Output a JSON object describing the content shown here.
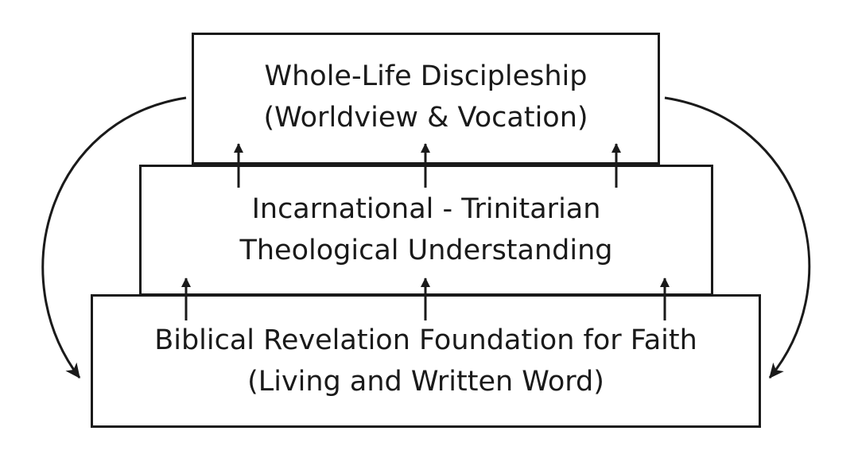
{
  "diagram": {
    "top_box": {
      "line1": "Whole-Life Discipleship",
      "line2": "(Worldview & Vocation)"
    },
    "middle_box": {
      "line1": "Incarnational - Trinitarian",
      "line2": "Theological Understanding"
    },
    "bottom_box": {
      "line1": "Biblical Revelation Foundation for Faith",
      "line2": "(Living and Written Word)"
    },
    "colors": {
      "ink": "#1a1a1a",
      "background": "#ffffff"
    }
  }
}
